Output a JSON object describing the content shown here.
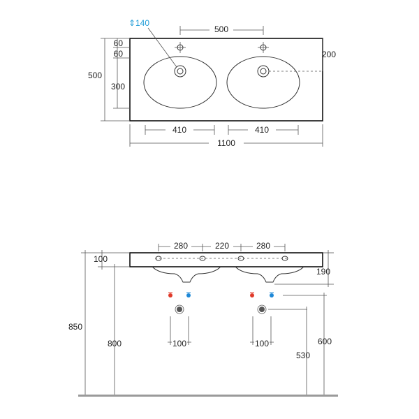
{
  "top_view": {
    "hole_diameter_label": "140",
    "tap_spacing_label": "500",
    "tap_offset_a_label": "60",
    "tap_offset_b_label": "60",
    "depth_label": "500",
    "basin_depth_label": "300",
    "right_offset_label": "200",
    "basin_width_left_label": "410",
    "basin_width_right_label": "410",
    "total_width_label": "1100"
  },
  "front_view": {
    "span_left_label": "280",
    "span_mid_label": "220",
    "span_right_label": "280",
    "thickness_label": "100",
    "bowl_depth_label": "190",
    "total_height_label": "850",
    "top_height_label": "800",
    "valve_spacing_left_label": "100",
    "valve_spacing_right_label": "100",
    "inlet_height_label": "600",
    "drain_height_label": "530"
  },
  "colors": {
    "hot": "#e03a2a",
    "cold": "#1e88d7",
    "accent": "#1e9bd7",
    "floor": "#9a9a9a"
  }
}
